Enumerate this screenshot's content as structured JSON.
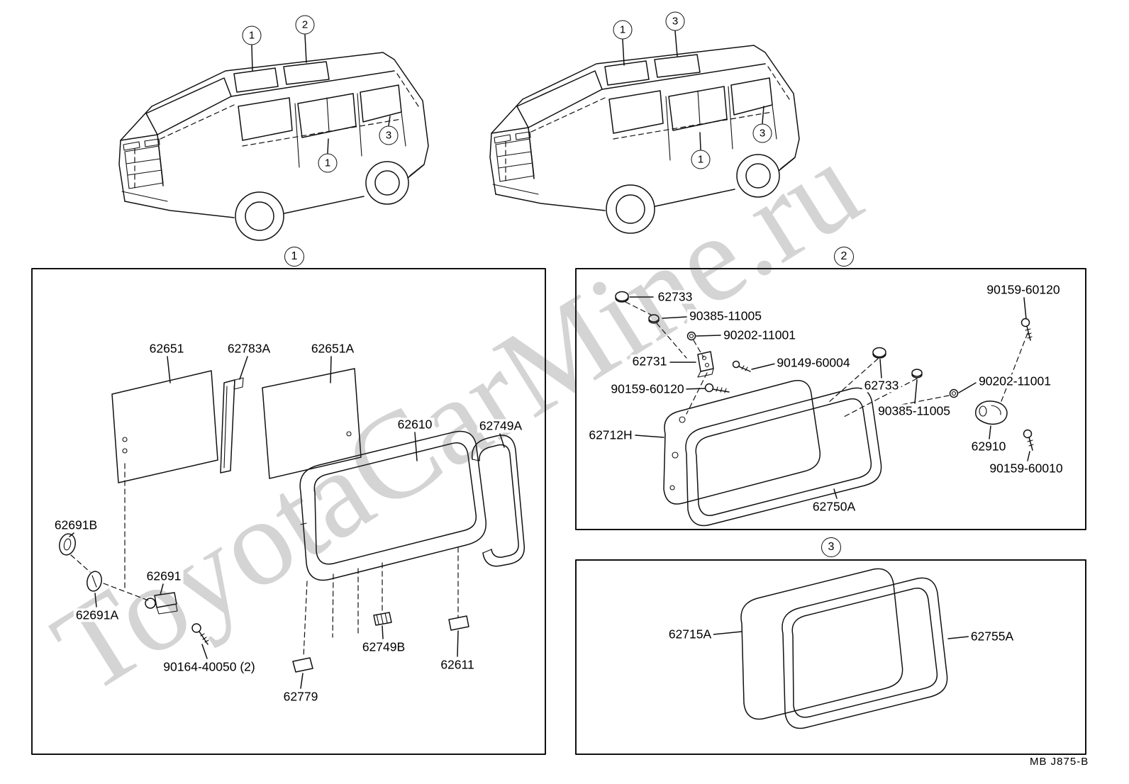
{
  "watermark": "ToyotaCarMine.ru",
  "footer": "MB J875-B",
  "badges": {
    "s1": "1",
    "s2": "2",
    "s3": "3"
  },
  "van1": {
    "c1": "1",
    "c2": "2",
    "c3": "3",
    "c4": "1"
  },
  "van2": {
    "c1": "1",
    "c2": "3",
    "c3": "1",
    "c4": "3"
  },
  "s1": {
    "g62651": "62651",
    "g62783A": "62783A",
    "g62651A": "62651A",
    "g62610": "62610",
    "g62749A": "62749A",
    "g62691B": "62691B",
    "g62691": "62691",
    "g62691A": "62691A",
    "g90164": "90164-40050 (2)",
    "g62779": "62779",
    "g62749B": "62749B",
    "g62611": "62611"
  },
  "s2": {
    "g62733a": "62733",
    "g90385a": "90385-11005",
    "g90202a": "90202-11001",
    "g62731": "62731",
    "g90149": "90149-60004",
    "g90159_120a": "90159-60120",
    "g62712H": "62712H",
    "g62733b": "62733",
    "g90159_120b": "90159-60120",
    "g90202b": "90202-11001",
    "g90385b": "90385-11005",
    "g62910": "62910",
    "g90159_010": "90159-60010",
    "g62750A": "62750A"
  },
  "s3": {
    "g62715A": "62715A",
    "g62755A": "62755A"
  }
}
